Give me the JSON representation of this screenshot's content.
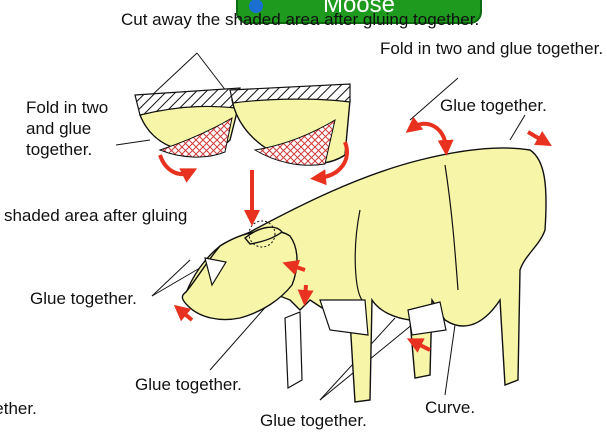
{
  "title": "Moose",
  "labels": {
    "cut_top": "Cut away the shaded area after gluing together.",
    "fold_top": "Fold in two and glue together.",
    "glue_top_right": "Glue together.",
    "fold_left": "Fold in two and glue together.",
    "cut_left": "Cut away the shaded area after gluing together.",
    "glue_left": "Glue together.",
    "glue_bottom_mid": "Glue together.",
    "glue_bottom_right": "Glue together.",
    "glue_bottom_left": "Glue together.",
    "curve": "Curve."
  },
  "colors": {
    "body": "#f7f6a8",
    "arrow": "#e8321f",
    "badge": "#1e9a1e",
    "outline": "#111111"
  }
}
